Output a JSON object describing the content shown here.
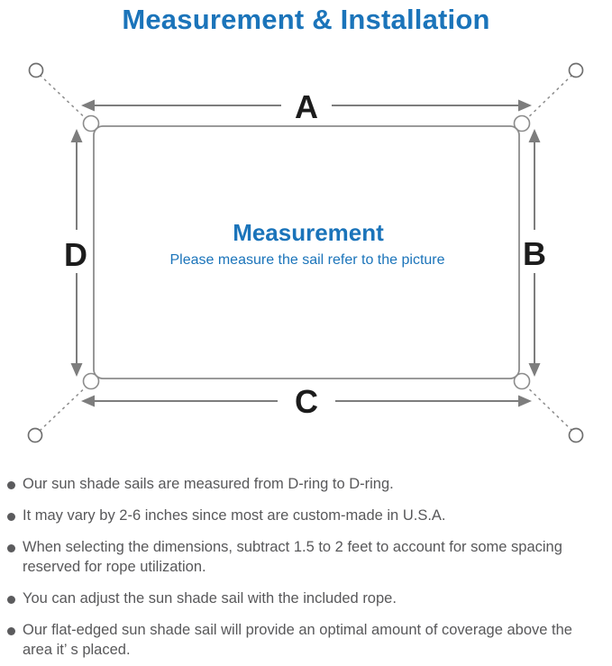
{
  "title": "Measurement & Installation",
  "colors": {
    "accent_blue": "#1b74ba",
    "body_text": "#58585a",
    "diagram_line": "#8c8c8c"
  },
  "diagram": {
    "center_title": "Measurement",
    "center_subtitle": "Please measure the sail refer to the picture",
    "labels": {
      "top": "A",
      "right": "B",
      "bottom": "C",
      "left": "D"
    }
  },
  "notes": [
    "Our sun shade sails are measured from D-ring to D-ring.",
    "It may vary by 2-6 inches since most are custom-made in U.S.A.",
    "When selecting the dimensions, subtract 1.5 to 2 feet to account for some spacing reserved for rope utilization.",
    "You can adjust the sun shade sail with the included rope.",
    "Our flat-edged sun shade sail will provide an optimal amount of coverage above the area it’ s placed."
  ]
}
